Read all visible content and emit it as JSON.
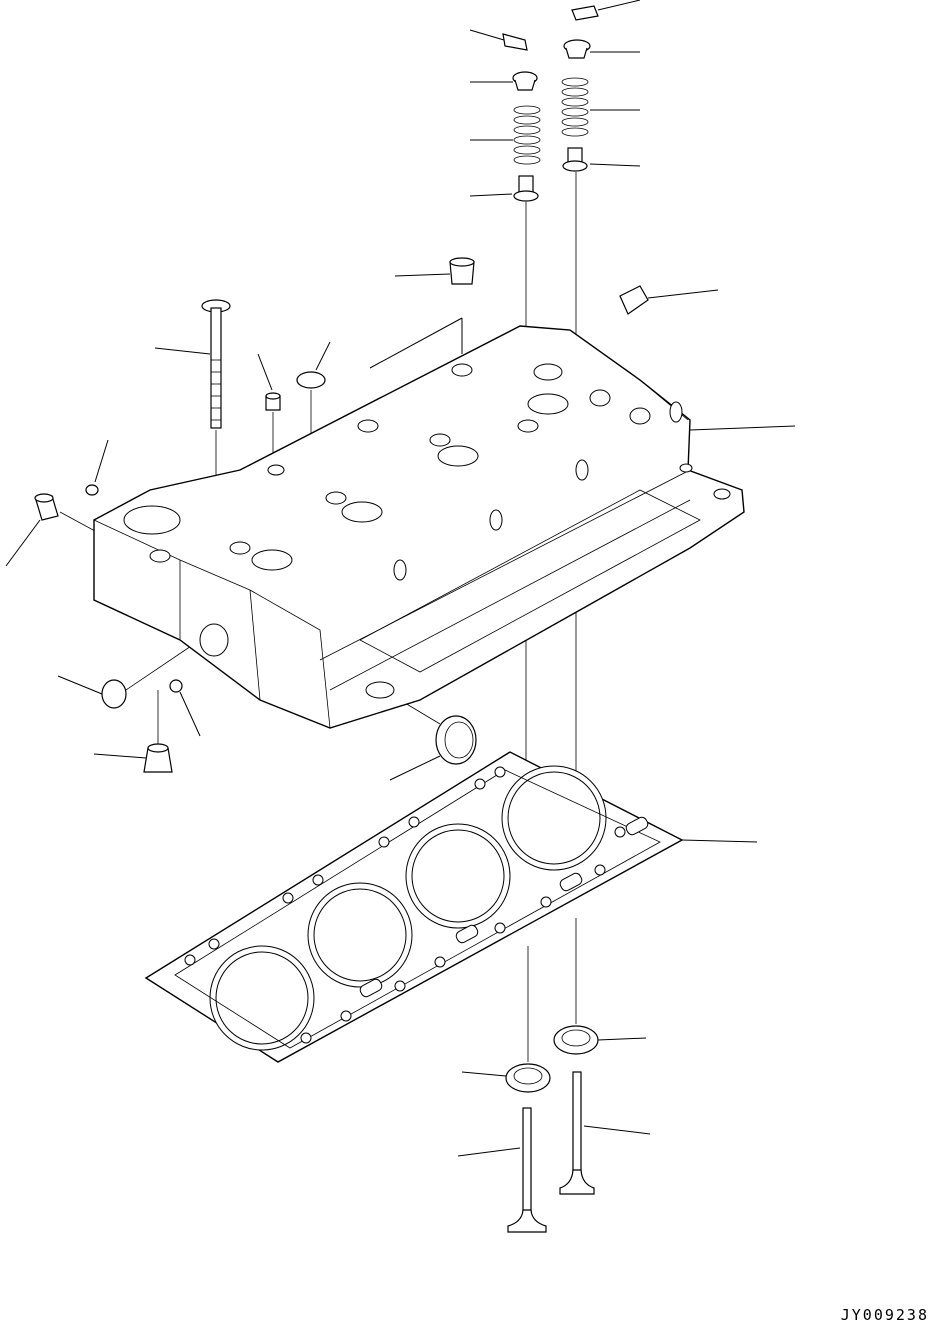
{
  "drawing_code": "JY009238",
  "colors": {
    "line": "#000000",
    "background": "#ffffff"
  },
  "parts": [
    "valve-cotter",
    "valve-spring-retainer",
    "valve-spring",
    "valve-stem-seal",
    "head-bolt",
    "cylinder-head",
    "expansion-plug",
    "dowel-pin",
    "cap-plug",
    "head-gasket",
    "valve-seat-insert",
    "intake-valve",
    "exhaust-valve"
  ]
}
